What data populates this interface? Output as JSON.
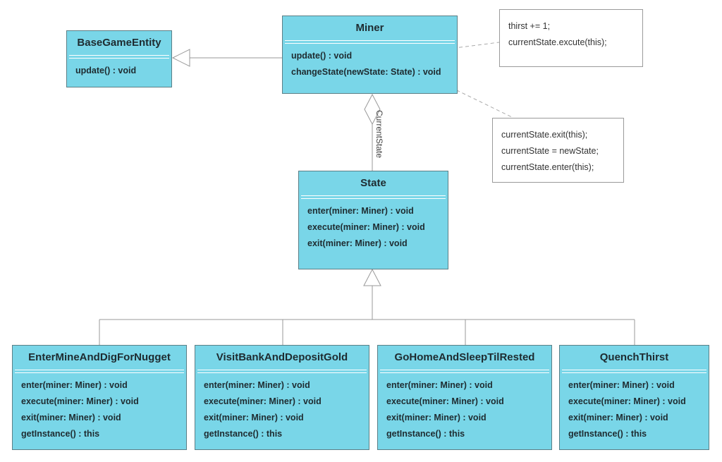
{
  "classes": {
    "base_game_entity": {
      "name": "BaseGameEntity",
      "operations": [
        "update() : void"
      ]
    },
    "miner": {
      "name": "Miner",
      "operations": [
        "update() : void",
        "changeState(newState: State) : void"
      ]
    },
    "state": {
      "name": "State",
      "operations": [
        "enter(miner: Miner) : void",
        "execute(miner: Miner) : void",
        "exit(miner: Miner) : void"
      ]
    },
    "enter_mine": {
      "name": "EnterMineAndDigForNugget",
      "operations": [
        "enter(miner: Miner) : void",
        "execute(miner: Miner) : void",
        "exit(miner: Miner) : void",
        "getInstance() : this"
      ]
    },
    "visit_bank": {
      "name": "VisitBankAndDepositGold",
      "operations": [
        "enter(miner: Miner) : void",
        "execute(miner: Miner) : void",
        "exit(miner: Miner) : void",
        "getInstance() : this"
      ]
    },
    "go_home": {
      "name": "GoHomeAndSleepTilRested",
      "operations": [
        "enter(miner: Miner) : void",
        "execute(miner: Miner) : void",
        "exit(miner: Miner) : void",
        "getInstance() : this"
      ]
    },
    "quench_thirst": {
      "name": "QuenchThirst",
      "operations": [
        "enter(miner: Miner) : void",
        "execute(miner: Miner) : void",
        "exit(miner: Miner) : void",
        "getInstance() : this"
      ]
    }
  },
  "notes": {
    "update_note": [
      "thirst += 1;",
      "currentState.excute(this);"
    ],
    "change_state_note": [
      "currentState.exit(this);",
      "currentState = newState;",
      "currentState.enter(this);"
    ]
  },
  "associations": {
    "current_state_role": "CurrentState"
  },
  "colors": {
    "class_fill": "#79d6e8",
    "class_border": "#5b7f86",
    "line": "#999999"
  }
}
